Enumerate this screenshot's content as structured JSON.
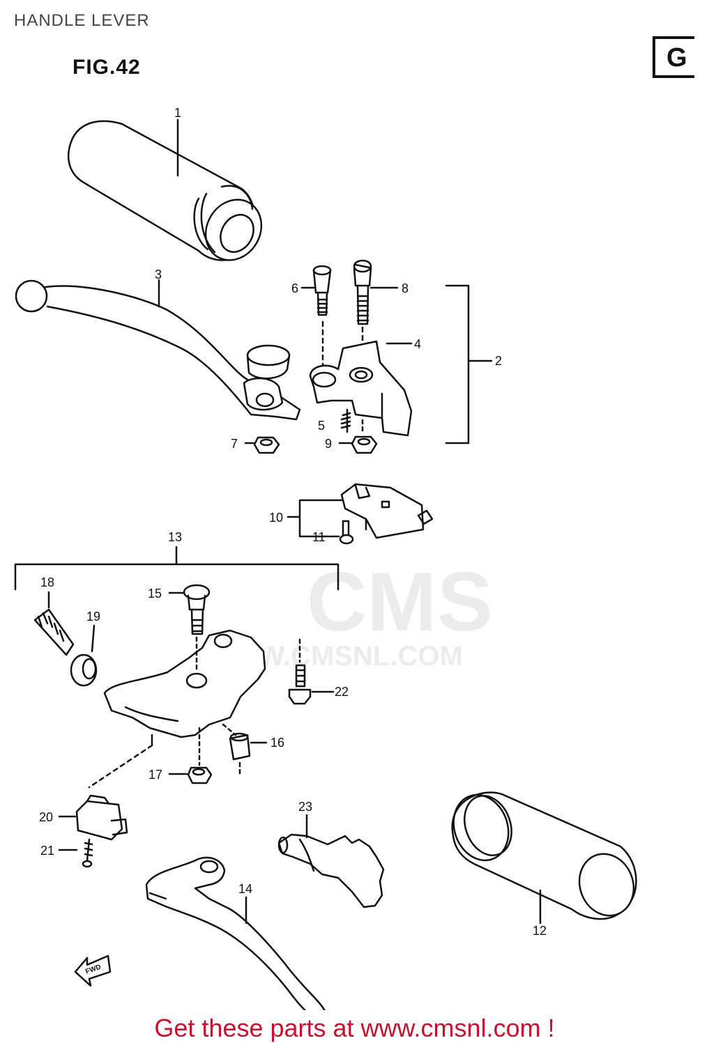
{
  "header": {
    "title": "HANDLE LEVER",
    "figure": "FIG.42",
    "corner_letter": "G"
  },
  "watermark": {
    "logo_text": "CMS",
    "url_text": "WWW.CMSNL.COM"
  },
  "callouts": {
    "c1": "1",
    "c2": "2",
    "c3": "3",
    "c4": "4",
    "c5": "5",
    "c6": "6",
    "c7": "7",
    "c8": "8",
    "c9": "9",
    "c10": "10",
    "c11": "11",
    "c12": "12",
    "c13": "13",
    "c14": "14",
    "c15": "15",
    "c16": "16",
    "c17": "17",
    "c18": "18",
    "c19": "19",
    "c20": "20",
    "c21": "21",
    "c22": "22",
    "c23": "23"
  },
  "fwd_label": "FWD",
  "footer": {
    "text": "Get these parts at www.cmsnl.com !"
  },
  "colors": {
    "ink": "#111111",
    "footer_red": "#c8102e",
    "watermark": "#ececec"
  }
}
